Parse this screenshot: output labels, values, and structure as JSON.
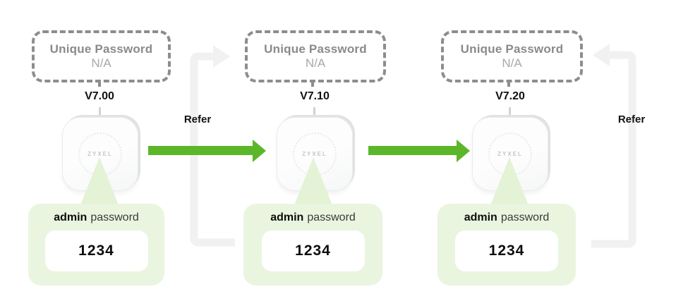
{
  "diagram": {
    "title_implied": "Firmware upgrade keeps admin password",
    "columns": [
      {
        "version": "V7.00",
        "unique_password_title": "Unique Password",
        "unique_password_value": "N/A",
        "device_logo": "ZYXEL",
        "password_label_bold": "admin",
        "password_label_rest": "password",
        "password_value": "1234"
      },
      {
        "version": "V7.10",
        "unique_password_title": "Unique Password",
        "unique_password_value": "N/A",
        "device_logo": "ZYXEL",
        "password_label_bold": "admin",
        "password_label_rest": "password",
        "password_value": "1234"
      },
      {
        "version": "V7.20",
        "unique_password_title": "Unique Password",
        "unique_password_value": "N/A",
        "device_logo": "ZYXEL",
        "password_label_bold": "admin",
        "password_label_rest": "password",
        "password_value": "1234"
      }
    ],
    "refer_labels": [
      "Refer",
      "Refer"
    ],
    "icons": {
      "upgrade_arrow": "right-arrow",
      "refer_loop_left": "elbow-arrow-up-right",
      "refer_loop_right": "elbow-arrow-up-left"
    },
    "colors": {
      "arrow_green": "#5cb629",
      "bubble_green": "#eaf5e0",
      "pointer_green": "#e4f2d6",
      "loop_gray": "#f1f1f1",
      "dashed_border_gray": "#8d8d8d",
      "unique_password_text": "#8a8a8a",
      "na_text": "#a8a8a8",
      "label_black": "#111111"
    }
  }
}
